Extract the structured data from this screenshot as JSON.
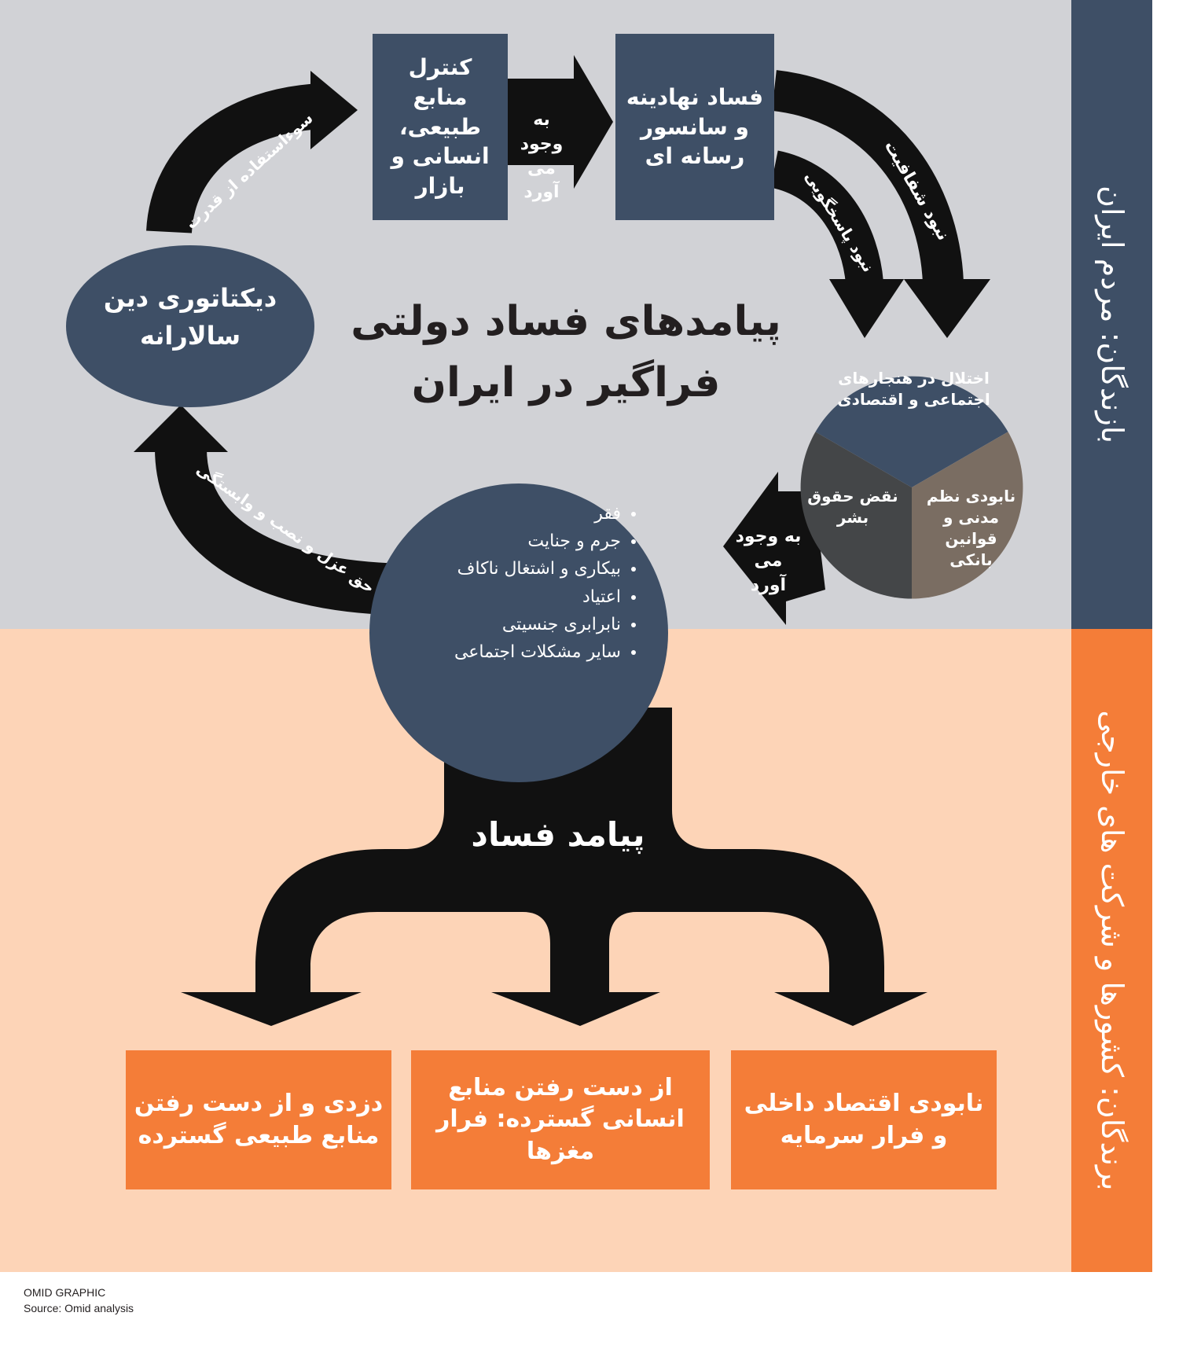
{
  "title": "پیامدهای فساد دولتی فراگیر در ایران",
  "side": {
    "losers": "بازندگان: مردم ایران",
    "winners": "برندگان: کشورها و شرکت های خارجی"
  },
  "nodes": {
    "control": "کنترل منابع طبیعی، انسانی و بازار",
    "corruption": "فساد نهادینه و سانسور رسانه ای",
    "dictatorship": "دیکتاتوری دین سالارانه",
    "consequence": "پیامد فساد"
  },
  "arrow_labels": {
    "brings_1": "به وجود می آورد",
    "misuse": "سوءاستفاده از قدرت",
    "no_transparency": "نبود شفافیت",
    "no_accountability": "نبود پاسخگویی",
    "brings_2": "به وجود می آورد",
    "appoint": "حق عزل و نصب و وابستگی"
  },
  "pie": {
    "top": "اختلال در هنجارهای اجتماعی و اقتصادی",
    "left": "نقض حقوق بشر",
    "right": "نابودی نظم مدنی و قوانین بانکی"
  },
  "problems": [
    "فقر",
    "جرم و جنایت",
    "بیکاری و اشتغال ناکاف",
    "اعتیاد",
    "نابرابری جنسیتی",
    "سایر مشکلات اجتماعی"
  ],
  "outcomes": [
    "دزدی و از دست رفتن منابع طبیعی گسترده",
    "از دست رفتن منابع انسانی گسترده: فرار مغزها",
    "نابودی اقتصاد داخلی و فرار سرمایه"
  ],
  "footer": {
    "brand": "OMID GRAPHIC",
    "source": "Source: Omid analysis"
  },
  "colors": {
    "slate": "#3e4f66",
    "orange": "#f47d38",
    "gray_bg": "#d1d2d6",
    "peach_bg": "#fdd4b7",
    "pie_dark": "#444648",
    "pie_brown": "#7a6d62"
  }
}
